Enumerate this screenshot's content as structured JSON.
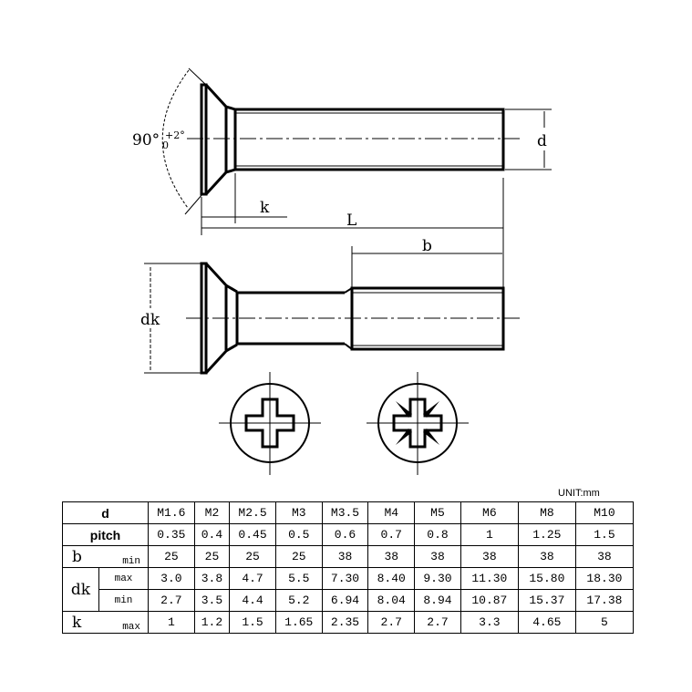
{
  "diagram": {
    "angle_label": "90°",
    "angle_upper_tol": "+2°",
    "angle_lower_tol": "0",
    "d_label": "d",
    "k_label": "k",
    "L_label": "L",
    "b_label": "b",
    "dk_label": "dk"
  },
  "table": {
    "unit": "UNIT:mm",
    "d_header": "d",
    "sizes": [
      "M1.6",
      "M2",
      "M2.5",
      "M3",
      "M3.5",
      "M4",
      "M5",
      "M6",
      "M8",
      "M10"
    ],
    "pitch_label": "pitch",
    "pitch": [
      "0.35",
      "0.4",
      "0.45",
      "0.5",
      "0.6",
      "0.7",
      "0.8",
      "1",
      "1.25",
      "1.5"
    ],
    "b_label": "b",
    "b_sub": "min",
    "b_min": [
      "25",
      "25",
      "25",
      "25",
      "38",
      "38",
      "38",
      "38",
      "38",
      "38"
    ],
    "dk_label": "dk",
    "dk_max_label": "max",
    "dk_max": [
      "3.0",
      "3.8",
      "4.7",
      "5.5",
      "7.30",
      "8.40",
      "9.30",
      "11.30",
      "15.80",
      "18.30"
    ],
    "dk_min_label": "min",
    "dk_min": [
      "2.7",
      "3.5",
      "4.4",
      "5.2",
      "6.94",
      "8.04",
      "8.94",
      "10.87",
      "15.37",
      "17.38"
    ],
    "k_label": "k",
    "k_sub": "max",
    "k_max": [
      "1",
      "1.2",
      "1.5",
      "1.65",
      "2.35",
      "2.7",
      "2.7",
      "3.3",
      "4.65",
      "5"
    ]
  }
}
